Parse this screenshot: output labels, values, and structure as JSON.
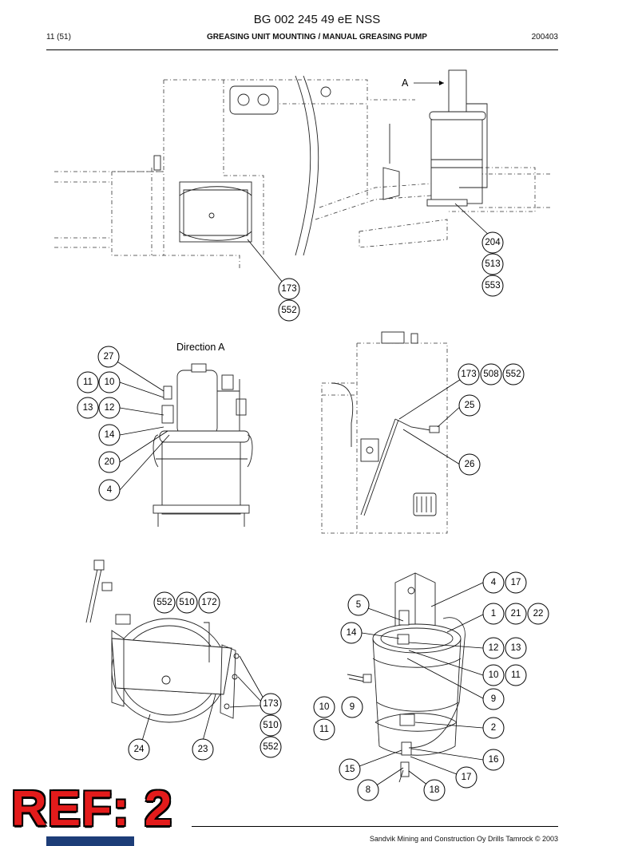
{
  "header": {
    "doc_title": "BG 002 245 49 eE NSS",
    "page": "11 (51)",
    "section_title": "GREASING UNIT MOUNTING / MANUAL GREASING PUMP",
    "code": "200403"
  },
  "labels": {
    "view_a": "A",
    "direction_a": "Direction A"
  },
  "callouts": {
    "top": [
      "204",
      "513",
      "553",
      "173",
      "552"
    ],
    "direction_a": [
      "27",
      "11",
      "10",
      "13",
      "12",
      "14",
      "20",
      "4"
    ],
    "side_view": [
      "173",
      "508",
      "552",
      "25",
      "26"
    ],
    "reel_view": [
      "552",
      "510",
      "172",
      "173",
      "510",
      "552",
      "24",
      "23"
    ],
    "pump_view": [
      "4",
      "17",
      "5",
      "1",
      "21",
      "22",
      "14",
      "12",
      "13",
      "10",
      "11",
      "9",
      "10",
      "9",
      "11",
      "2",
      "16",
      "15",
      "17",
      "8",
      "18"
    ]
  },
  "footer": {
    "copyright": "Sandvik Mining and Construction Oy Drills Tamrock © 2003"
  },
  "stamp": {
    "ref": "REF: 2"
  }
}
